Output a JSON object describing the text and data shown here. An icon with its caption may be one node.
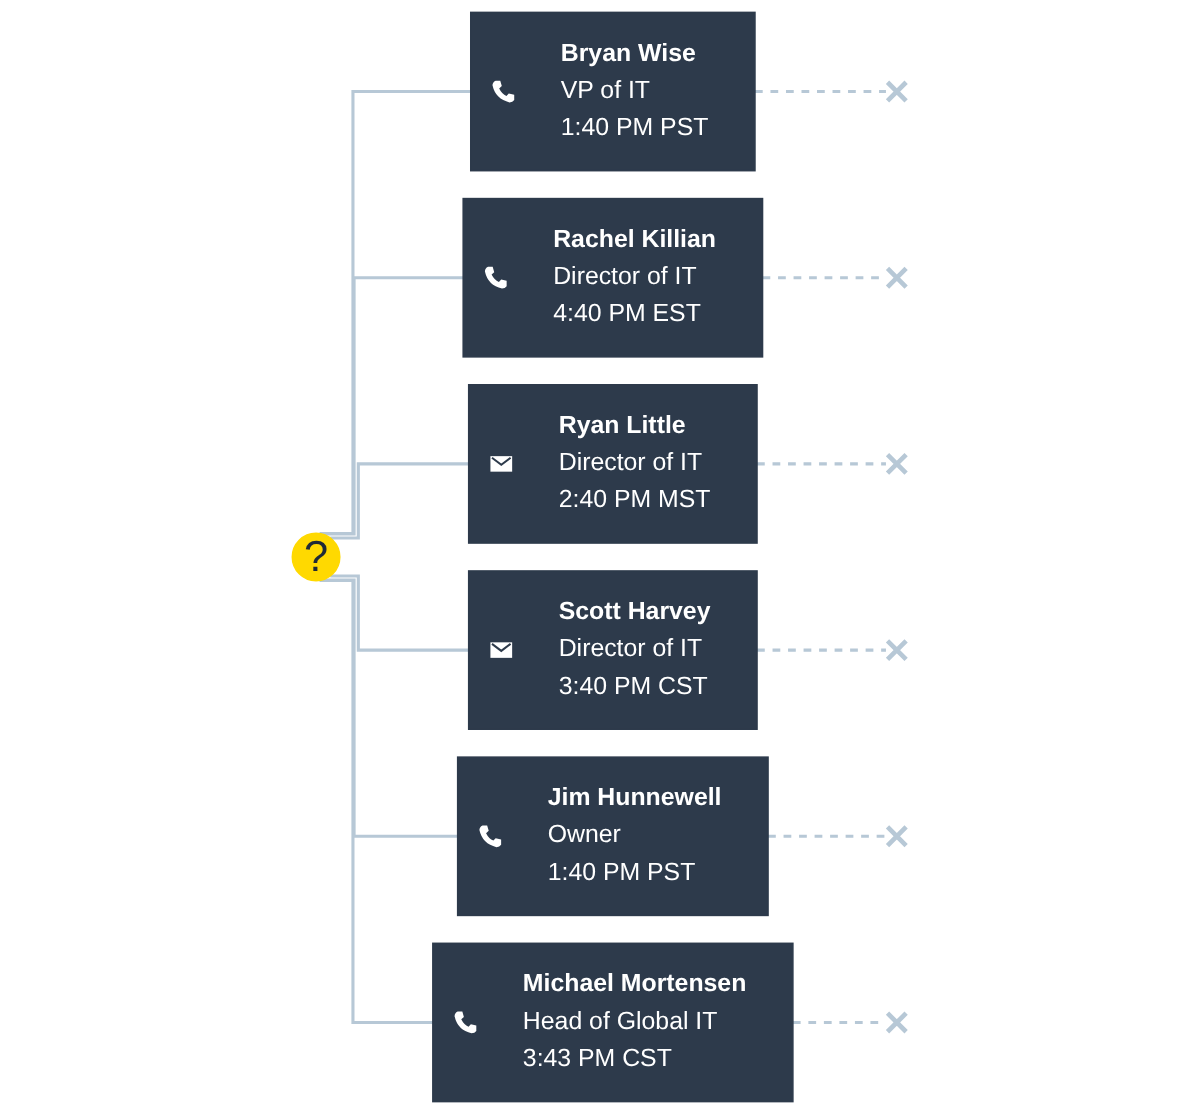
{
  "diagram": {
    "nodes": [
      {
        "text": [
          "?"
        ]
      },
      {
        "text": [
          "Bryan Wise",
          "VP of IT",
          "1:40 PM PST"
        ]
      },
      {
        "text": [
          "Rachel Killian",
          "Director of IT",
          "4:40 PM EST"
        ]
      },
      {
        "text": [
          "Ryan Little",
          "Director of IT",
          "2:40 PM MST"
        ]
      },
      {
        "text": [
          "Scott Harvey",
          "Director of IT",
          "3:40 PM CST"
        ]
      },
      {
        "text": [
          "Jim Hunnewell",
          "Owner",
          "1:40 PM PST"
        ]
      },
      {
        "text": [
          "Michael Mortensen",
          "Head of Global IT",
          "3:43 PM CST"
        ]
      },
      {
        "text": [],
        "shape": "cross"
      },
      {
        "text": [],
        "shape": "cross"
      },
      {
        "text": [],
        "shape": "cross"
      },
      {
        "text": [],
        "shape": "cross"
      },
      {
        "text": [],
        "shape": "cross"
      },
      {
        "text": [],
        "shape": "cross"
      }
    ],
    "edges": [
      {
        "from": 0,
        "to": 1,
        "arrow": "none"
      },
      {
        "from": 0,
        "to": 2,
        "arrow": "none"
      },
      {
        "from": 0,
        "to": 3,
        "arrow": "none"
      },
      {
        "from": 0,
        "to": 4,
        "arrow": "none"
      },
      {
        "from": 0,
        "to": 5,
        "arrow": "none"
      },
      {
        "from": 0,
        "to": 6,
        "arrow": "none"
      },
      {
        "from": 1,
        "to": 7,
        "arrow": "none",
        "style": "dashed"
      },
      {
        "from": 2,
        "to": 8,
        "arrow": "none",
        "style": "dashed"
      },
      {
        "from": 3,
        "to": 9,
        "arrow": "none",
        "style": "dashed"
      },
      {
        "from": 4,
        "to": 10,
        "arrow": "none",
        "style": "dashed"
      },
      {
        "from": 5,
        "to": 11,
        "arrow": "none",
        "style": "dashed"
      },
      {
        "from": 6,
        "to": 12,
        "arrow": "none",
        "style": "dashed"
      }
    ]
  }
}
